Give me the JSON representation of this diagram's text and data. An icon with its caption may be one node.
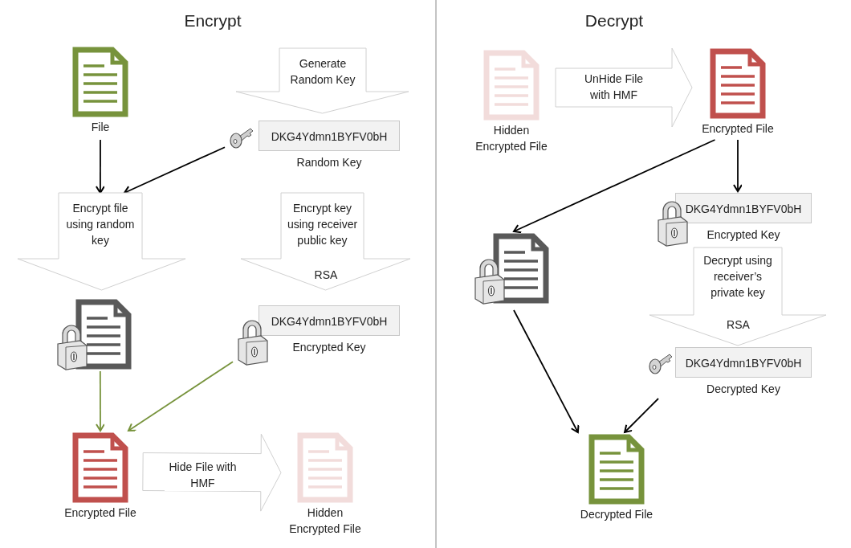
{
  "diagram": {
    "nodes": [
      {
        "text": [
          "File"
        ]
      },
      {
        "text": [
          "Generate Random Key"
        ]
      },
      {
        "text": [
          "DKG4Ydmn1BYFV0bH",
          "Random Key"
        ]
      },
      {
        "text": [
          "Encrypt file using random key"
        ]
      },
      {
        "text": [
          "Encrypt key using receiver public key",
          "RSA"
        ]
      },
      {
        "text": [],
        "shape": "picture"
      },
      {
        "text": [
          "DKG4Ydmn1BYFV0bH",
          "Encrypted Key"
        ]
      },
      {
        "text": [
          "Encrypted File"
        ]
      },
      {
        "text": [
          "Hidden Encrypted File"
        ]
      },
      {
        "text": [
          "Hidden Encrypted File"
        ]
      },
      {
        "text": [
          "Encrypted File"
        ]
      },
      {
        "text": [],
        "shape": "picture"
      },
      {
        "text": [
          "DKG4Ydmn1BYFV0bH",
          "Encrypted Key"
        ]
      },
      {
        "text": [
          "DKG4Ydmn1BYFV0bH",
          "Decrypted Key"
        ]
      },
      {
        "text": [
          "Decrypted File"
        ]
      }
    ],
    "edges": [
      {
        "from": 0,
        "to": 3,
        "arrow": "to"
      },
      {
        "from": 2,
        "to": 3,
        "arrow": "to"
      },
      {
        "from": 5,
        "to": 7,
        "arrow": "to",
        "color": "#77933c"
      },
      {
        "from": 6,
        "to": 7,
        "arrow": "to",
        "color": "#77933c"
      },
      {
        "from": 7,
        "to": 8,
        "arrow": "to",
        "style": "thick",
        "label": "Hide File with HMF"
      },
      {
        "from": 9,
        "to": 10,
        "arrow": "to",
        "style": "thick",
        "label": "UnHide File with HMF"
      },
      {
        "from": 10,
        "to": 11,
        "arrow": "to"
      },
      {
        "from": 10,
        "to": 12,
        "arrow": "to"
      },
      {
        "from": 12,
        "to": 13,
        "arrow": "to",
        "style": "thick",
        "label": "Decrypt using receiver’s private key"
      },
      {
        "from": 11,
        "to": 14,
        "arrow": "to"
      },
      {
        "from": 13,
        "to": 14,
        "arrow": "to"
      }
    ],
    "labels": [
      "Encrypt",
      "Decrypt",
      "RSA"
    ]
  }
}
